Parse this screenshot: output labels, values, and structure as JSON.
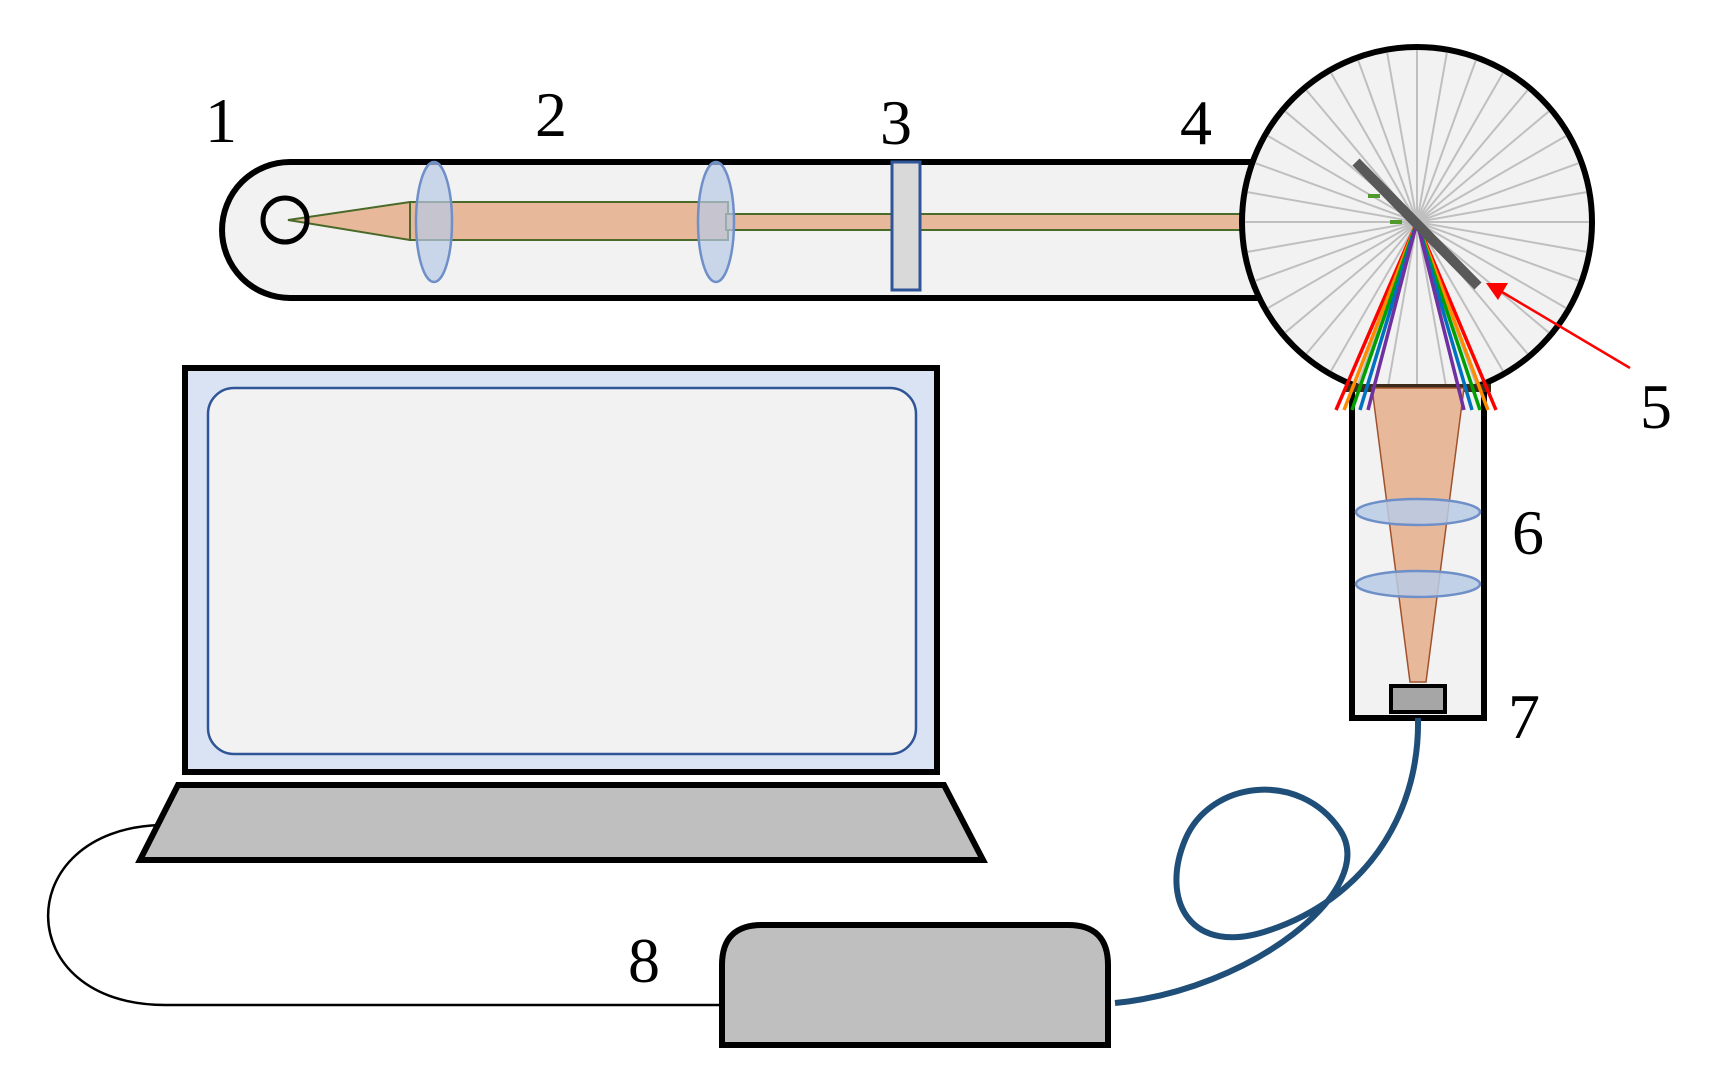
{
  "diagram": {
    "labels": {
      "n1": "1",
      "n2": "2",
      "n3": "3",
      "n4": "4",
      "n5": "5",
      "n6": "6",
      "n7": "7",
      "n8": "8"
    },
    "colors": {
      "outline": "#000000",
      "housing_fill": "#f2f2f2",
      "beam": "#e7b99a",
      "beam_edge": "#4a6a2a",
      "lens_fill": "#b8cbe6",
      "lens_edge": "#6f8fc8",
      "screen_bezel": "#dae3f3",
      "screen_edge": "#2f5597",
      "device_gray": "#bfbfbf",
      "fiber": "#1f4e79",
      "arrow": "#ff0000",
      "grating": "#595959",
      "spectrum": [
        "#ff0000",
        "#ff8c00",
        "#00a000",
        "#0070c0",
        "#7030a0"
      ]
    }
  }
}
